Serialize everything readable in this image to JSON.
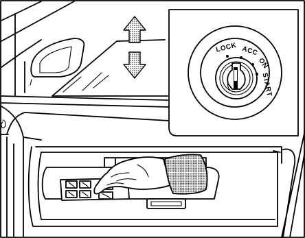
{
  "ignition": {
    "positions": [
      "LOCK",
      "ACC",
      "ON",
      "START"
    ]
  },
  "arrows": {
    "up": "window-up",
    "down": "window-down"
  },
  "icons": [
    "up-arrow-icon",
    "down-arrow-icon",
    "ignition-key-icon",
    "hand-icon",
    "window-switch-icon"
  ]
}
